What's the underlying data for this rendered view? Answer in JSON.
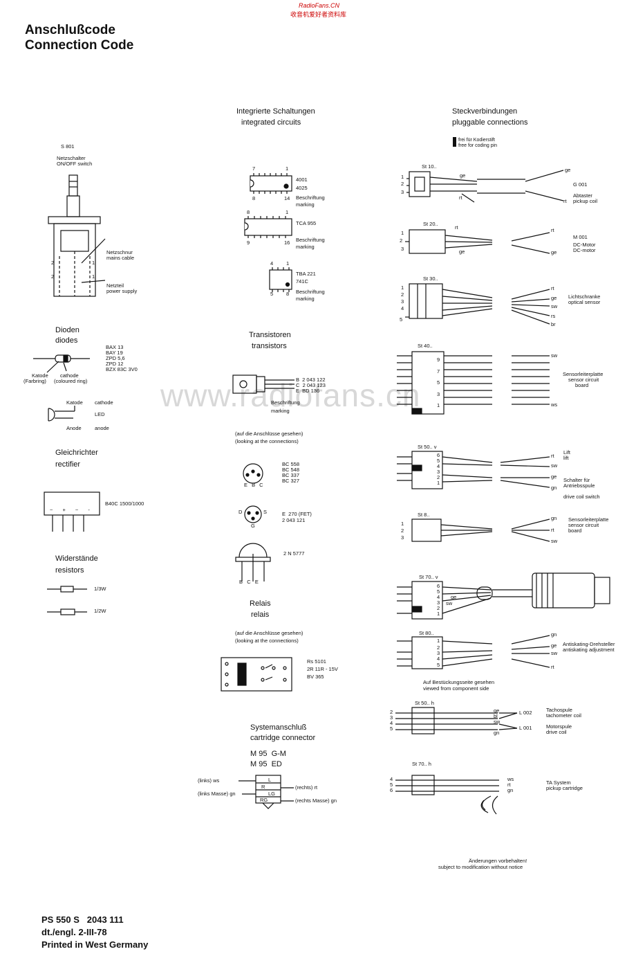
{
  "header": {
    "watermark_top": "RadioFans.CN",
    "watermark_top2": "收音机爱好者资料库",
    "title_de": "Anschlußcode",
    "title_en": "Connection Code",
    "center_watermark": "www.radiofans.cn"
  },
  "left": {
    "switch": {
      "ref": "S 801",
      "de": "Netzschalter",
      "en": "ON/OFF switch",
      "cable_de": "Netzschnur",
      "cable_en": "mains cable",
      "psu_de": "Netzteil",
      "psu_en": "power supply",
      "pin2": "2",
      "pin1": "1"
    },
    "diodes": {
      "de": "Dioden",
      "en": "diodes",
      "types": [
        "BAX 13",
        "BAY 19",
        "ZPD 5,6",
        "ZPD 12",
        "BZX 83C 3V0"
      ],
      "katode": "Katode",
      "cathode": "cathode",
      "farbring": "(Farbring)",
      "coloured": "(coloured ring)"
    },
    "led": {
      "katode": "Katode",
      "cathode": "cathode",
      "label": "LED",
      "anode_de": "Anode",
      "anode_en": "anode"
    },
    "rectifier": {
      "de": "Gleichrichter",
      "en": "rectifier",
      "type": "B40C 1500/1000",
      "pins": "~ + ~ -"
    },
    "resistors": {
      "de": "Widerstände",
      "en": "resistors",
      "r1": "1/3W",
      "r2": "1/2W"
    }
  },
  "middle": {
    "ic": {
      "de": "Integrierte Schaltungen",
      "en": "integrated circuits",
      "ic1": [
        "4001",
        "4025"
      ],
      "ic2": [
        "TCA 955"
      ],
      "ic3": [
        "TBA 221",
        "741C"
      ],
      "besch": "Beschriftung",
      "marking": "marking",
      "ic1_pins": [
        "7",
        "1",
        "8",
        "14"
      ],
      "ic2_pins": [
        "8",
        "1",
        "9",
        "16"
      ],
      "ic3_pins": [
        "4",
        "1",
        "5",
        "8"
      ]
    },
    "transistors": {
      "de": "Transistoren",
      "en": "transistors",
      "b": "B  2 043 122",
      "c": "C  2 043 123",
      "e": "E  BD 136",
      "besch": "Beschriftung",
      "marking": "marking",
      "look_de": "(auf die Anschlüsse gesehen)",
      "look_en": "(looking at the connections)",
      "t1": [
        "BC 558",
        "BC 548",
        "BC 337",
        "BC 327"
      ],
      "ebc": "E B C",
      "fet": [
        "E  270 (FET)",
        "2 043 121"
      ],
      "d": "D",
      "s": "S",
      "g": "G",
      "t3": "2 N 5777",
      "bce": "B   C   E"
    },
    "relay": {
      "de": "Relais",
      "en": "relais",
      "look_de": "(auf die Anschlüsse gesehen)",
      "look_en": "(looking at the connections)",
      "spec": [
        "Rs 5101",
        "2R 11R - 15V",
        "BV 365"
      ]
    },
    "cartridge": {
      "de": "Systemanschluß",
      "en": "cartridge connector",
      "m1": "M 95  G-M",
      "m2": "M 95  ED",
      "lws": "(links) ws",
      "lgn": "(links Masse) gn",
      "rrt": "(rechts) rt",
      "rgn": "(rechts Masse) gn",
      "pins": [
        "L",
        "R",
        "LG",
        "RG"
      ]
    }
  },
  "right": {
    "title_de": "Steckverbindungen",
    "title_en": "pluggable connections",
    "coding_de": "frei für Kodierstift",
    "coding_en": "free for coding pin",
    "st10": {
      "name": "St 10..",
      "pins": [
        "1",
        "2",
        "3"
      ],
      "ge": "ge",
      "rt": "rt",
      "ref": "G 001",
      "de": "Abtaster",
      "en": "pickup coil"
    },
    "st20": {
      "name": "St 20..",
      "pins": [
        "1",
        "2",
        "3"
      ],
      "rt": "rt",
      "ge": "ge",
      "ref": "M 001",
      "de": "DC-Motor",
      "en": "DC-motor"
    },
    "st30": {
      "name": "St 30..",
      "pins": [
        "1",
        "2",
        "3",
        "4",
        "5"
      ],
      "colors": [
        "rt",
        "ge",
        "sw",
        "rs",
        "br"
      ],
      "de": "Lichtschranke",
      "en": "optical sensor"
    },
    "st40": {
      "name": "St 40..",
      "pins": [
        "9",
        "7",
        "5",
        "3",
        "1"
      ],
      "sw": "sw",
      "ws": "ws",
      "de": "Sensorleiterplatte",
      "en1": "sensor circuit",
      "en2": "board"
    },
    "st50v": {
      "name": "St 50.. v",
      "pins": [
        "6",
        "5",
        "4",
        "3",
        "2",
        "1"
      ],
      "colors": [
        "rt",
        "sw",
        "ge",
        "gn"
      ],
      "lift_de": "Lift",
      "lift_en": "lift",
      "sw_de1": "Schalter für",
      "sw_de2": "Antriebsspule",
      "sw_en": "drive coil switch"
    },
    "st8": {
      "name": "St 8..",
      "pins": [
        "1",
        "2",
        "3"
      ],
      "colors": [
        "gn",
        "rt",
        "sw"
      ],
      "de": "Sensorleiterplatte",
      "en1": "sensor circuit",
      "en2": "board"
    },
    "st70v": {
      "name": "St 70.. v",
      "pins": [
        "6",
        "5",
        "4",
        "3",
        "2",
        "1"
      ],
      "sw": "sw",
      "ge": "ge"
    },
    "st80": {
      "name": "St 80..",
      "pins": [
        "1",
        "2",
        "3",
        "4",
        "5"
      ],
      "colors": [
        "gn",
        "ge",
        "sw",
        "rt"
      ],
      "de": "Antiskating-Drehsteller",
      "en": "antiskating adjustment"
    },
    "component_de": "Auf Bestückungsseite gesehen",
    "component_en": "viewed from component side",
    "st50h": {
      "name": "St 50.. h",
      "pins": [
        "2",
        "3",
        "4",
        "5"
      ],
      "colors": [
        "ge",
        "bl",
        "sw",
        "gn"
      ],
      "l002": "L 002",
      "l001": "L 001",
      "tacho_de": "Tachospule",
      "tacho_en": "tachometer coil",
      "motor_de": "Motorspule",
      "motor_en": "drive coil"
    },
    "st70h": {
      "name": "St 70.. h",
      "pins": [
        "4",
        "5",
        "6"
      ],
      "colors": [
        "ws",
        "rt",
        "gn"
      ],
      "de": "TA System",
      "en": "pickup cartridge"
    },
    "notice_de": "Änderungen vorbehalten!",
    "notice_en": "subject to modification without notice"
  },
  "footer": {
    "l1": "PS 550 S   2043 111",
    "l2": "dt./engl. 2-III-78",
    "l3": "Printed in West Germany"
  }
}
